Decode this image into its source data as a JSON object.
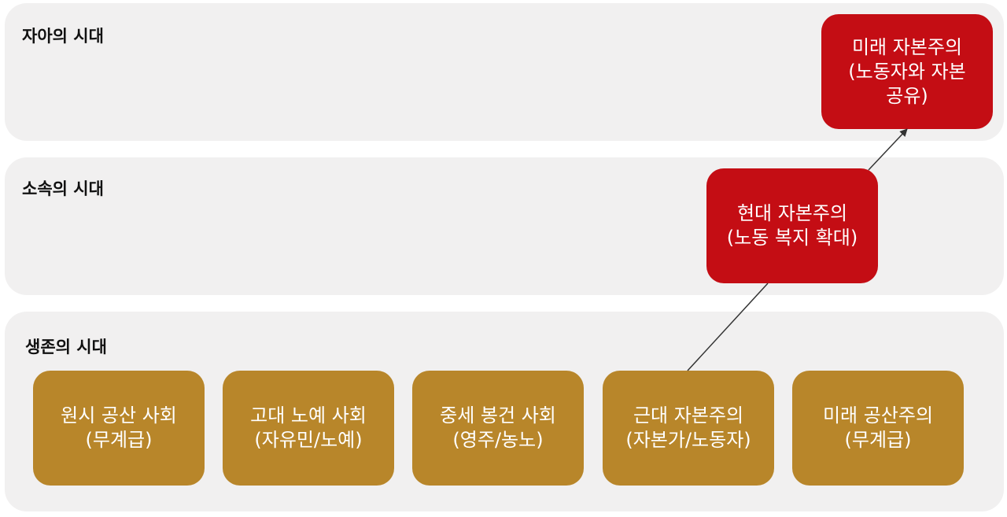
{
  "colors": {
    "band_bg": "#f1f0f0",
    "box_gold": "#b8862a",
    "box_red": "#c40d14",
    "arrow": "#333333"
  },
  "bands": {
    "ego": {
      "label": "자아의 시대"
    },
    "belonging": {
      "label": "소속의 시대"
    },
    "survival": {
      "label": "생존의 시대"
    }
  },
  "boxes": {
    "primitive": {
      "line1": "원시 공산 사회",
      "line2": "(무계급)"
    },
    "ancient": {
      "line1": "고대 노예 사회",
      "line2": "(자유민/노예)"
    },
    "medieval": {
      "line1": "중세 봉건 사회",
      "line2": "(영주/농노)"
    },
    "early_modern": {
      "line1": "근대 자본주의",
      "line2": "(자본가/노동자)"
    },
    "future_communism": {
      "line1": "미래 공산주의",
      "line2": "(무계급)"
    },
    "modern": {
      "line1": "현대 자본주의",
      "line2": "(노동 복지 확대)"
    },
    "future_capitalism": {
      "line1": "미래 자본주의",
      "line2": "(노동자와 자본",
      "line3": "공유)"
    }
  }
}
